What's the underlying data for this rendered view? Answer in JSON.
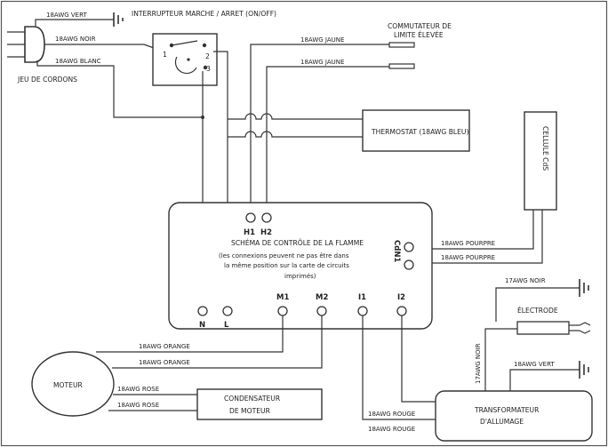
{
  "labels": {
    "cord_set": "JEU DE CORDONS",
    "switch": "INTERRUPTEUR MARCHE / ARRET (ON/OFF)",
    "limit_switch_l1": "COMMUTATEUR DE",
    "limit_switch_l2": "LIMITE ÉLEVÉE",
    "thermostat": "THERMOSTAT (18AWG BLEU)",
    "cds_cell": "CELLULE CdS",
    "control_title": "SCHÉMA DE CONTRÔLE DE LA FLAMME",
    "control_note_1": "(les connexions peuvent ne pas être dans",
    "control_note_2": "la même position sur la carte de circuits",
    "control_note_3": "imprimés)",
    "electrode": "ÉLECTRODE",
    "motor": "MOTEUR",
    "capacitor_l1": "CONDENSATEUR",
    "capacitor_l2": "DE MOTEUR",
    "transformer_l1": "TRANSFORMATEUR",
    "transformer_l2": "D'ALLUMAGE"
  },
  "switch_terms": {
    "t1": "1",
    "t2": "2",
    "t3": "3"
  },
  "terminals": {
    "h1": "H1",
    "h2": "H2",
    "cdn1": "CdN1",
    "n": "N",
    "l": "L",
    "m1": "M1",
    "m2": "M2",
    "i1": "I1",
    "i2": "I2"
  },
  "wires": {
    "vert_top": "18AWG VERT",
    "noir_top": "18AWG NOIR",
    "blanc": "18AWG BLANC",
    "jaune_1": "18AWG JAUNE",
    "jaune_2": "18AWG JAUNE",
    "pourpre_1": "18AWG POURPRE",
    "pourpre_2": "18AWG POURPRE",
    "noir_17": "17AWG NOIR",
    "noir_17_vert": "17AWG NOIR",
    "orange_1": "18AWG ORANGE",
    "orange_2": "18AWG ORANGE",
    "rose_1": "18AWG ROSE",
    "rose_2": "18AWG ROSE",
    "vert_bottom": "18AWG VERT",
    "rouge_1": "18AWG ROUGE",
    "rouge_2": "18AWG ROUGE"
  }
}
